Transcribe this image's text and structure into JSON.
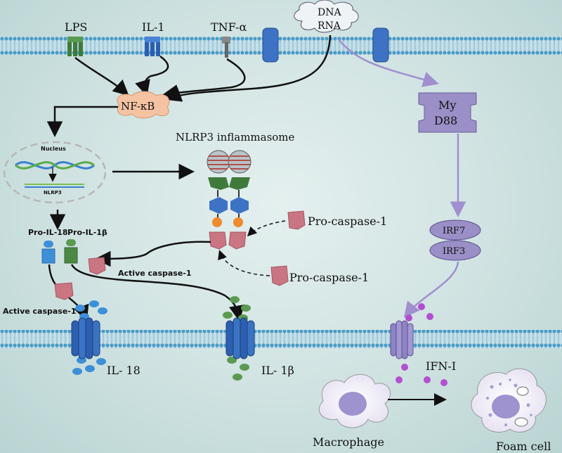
{
  "receptors": {
    "lps": "LPS",
    "il1": "IL-1",
    "tnf": "TNF-α",
    "dna_rna": "DNA\nRNA"
  },
  "nfkb": "NF-κB",
  "nucleus": {
    "title": "Nucleus",
    "gene": "NLRP3"
  },
  "inflammasome_title": "NLRP3 inflammasome",
  "pro_caspase_top": "Pro-caspase-1",
  "pro_caspase_bottom": "Pro-caspase-1",
  "active_caspase_mid": "Active caspase-1",
  "active_caspase_left": "Active caspase-1",
  "pro_il18": "Pro-IL-18",
  "pro_il1b": "Pro-IL-1β",
  "il18": "IL- 18",
  "il1b": "IL- 1β",
  "myd88": {
    "line1": "My",
    "line2": "D88"
  },
  "irf7": "IRF7",
  "irf3": "IRF3",
  "ifn": "IFN-I",
  "macrophage": "Macrophage",
  "foam_cell": "Foam cell",
  "colors": {
    "membrane": "#5aa6c8",
    "receptor_green": "#3f7a3a",
    "receptor_blue": "#2d5fb0",
    "nfkb_fill": "#f5c3a2",
    "caspase": "#c97682",
    "irf_fill": "#9b8fc7",
    "myd88_purple_line": "#a18fd0",
    "il18_dots": "#3d8fd8",
    "il1b_dots": "#5c9a52",
    "ifn_dots": "#b24fd0"
  }
}
